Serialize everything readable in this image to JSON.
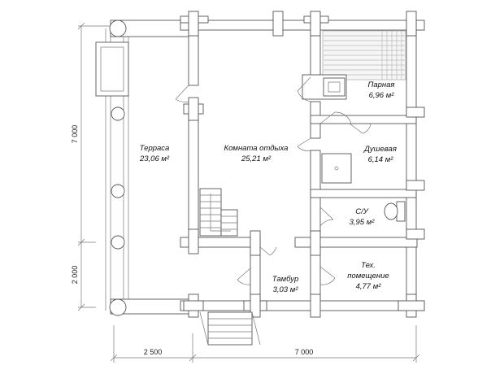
{
  "rooms": [
    {
      "name": "Терраса",
      "area": "23,06 м²"
    },
    {
      "name": "Комната отдыха",
      "area": "25,21 м²"
    },
    {
      "name": "Парная",
      "area": "6,96 м²"
    },
    {
      "name": "Душевая",
      "area": "6,14 м²"
    },
    {
      "name": "С/У",
      "area": "3,95 м²"
    },
    {
      "name": "Тамбур",
      "area": "3,03 м²"
    },
    {
      "name": "Тех.",
      "name2": "помещение",
      "area": "4,77 м²"
    }
  ],
  "dimensions": {
    "left_top": "7 000",
    "left_bottom": "2 000",
    "bottom_left": "2 500",
    "bottom_right": "7 000"
  },
  "colors": {
    "wall_stroke": "#555555",
    "background": "#ffffff"
  }
}
